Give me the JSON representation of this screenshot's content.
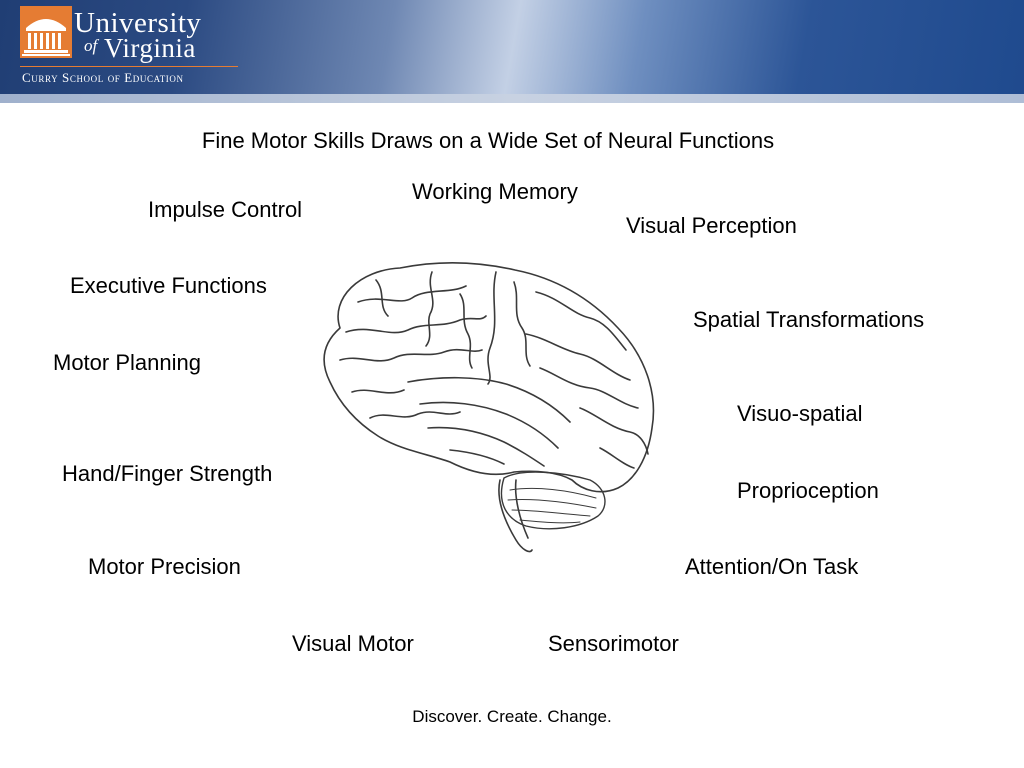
{
  "header": {
    "logo_line1": "University",
    "logo_of": "of",
    "logo_line2": "Virginia",
    "logo_school": "Curry School of Education"
  },
  "title": "Fine Motor Skills Draws on a Wide Set of Neural Functions",
  "labels": {
    "working_memory": "Working Memory",
    "impulse_control": "Impulse Control",
    "visual_perception": "Visual Perception",
    "executive_functions": "Executive Functions",
    "spatial_transformations": "Spatial Transformations",
    "motor_planning": "Motor Planning",
    "visuo_spatial": "Visuo-spatial",
    "hand_finger_strength": "Hand/Finger Strength",
    "proprioception": "Proprioception",
    "motor_precision": "Motor Precision",
    "attention_on_task": "Attention/On Task",
    "visual_motor": "Visual Motor",
    "sensorimotor": "Sensorimotor"
  },
  "footer": "Discover. Create. Change.",
  "colors": {
    "header_blue": "#203e74",
    "logo_orange": "#e57c33",
    "text": "#000000"
  },
  "icons": {
    "logo": "rotunda-icon",
    "illustration": "brain-illustration"
  }
}
